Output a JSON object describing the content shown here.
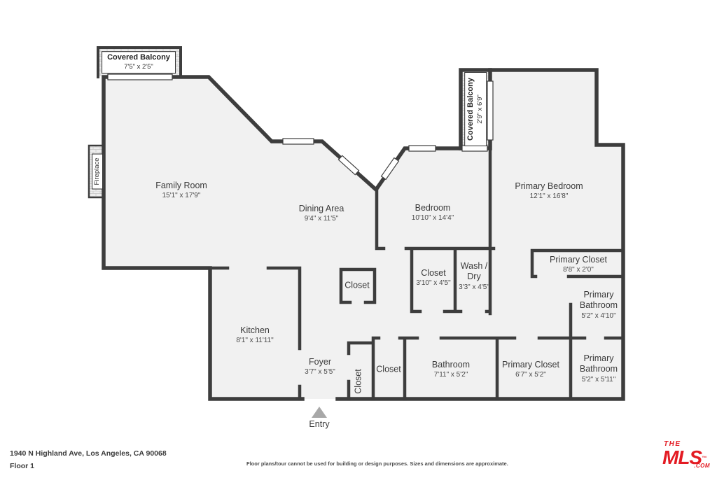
{
  "plan": {
    "family_room": {
      "name": "Family Room",
      "dims": "15'1\" x 17'9\""
    },
    "dining_area": {
      "name": "Dining Area",
      "dims": "9'4\" x 11'5\""
    },
    "bedroom": {
      "name": "Bedroom",
      "dims": "10'10\" x 14'4\""
    },
    "primary_bedroom": {
      "name": "Primary Bedroom",
      "dims": "12'1\" x 16'8\""
    },
    "kitchen": {
      "name": "Kitchen",
      "dims": "8'1\" x 11'11\""
    },
    "foyer": {
      "name": "Foyer",
      "dims": "3'7\" x 5'5\""
    },
    "dining_closet": {
      "name": "Closet"
    },
    "bedroom_closet": {
      "name": "Closet",
      "dims": "3'10\" x 4'5\""
    },
    "wash_dry": {
      "name": "Wash / Dry",
      "dims": "3'3\" x 4'5\""
    },
    "primary_closet_upper": {
      "name": "Primary Closet",
      "dims": "8'8\" x 2'0\""
    },
    "primary_bathroom_upper": {
      "name": "Primary Bathroom",
      "dims": "5'2\" x 4'10\""
    },
    "hall_closet": {
      "name": "Closet"
    },
    "foyer_closet": {
      "name": "Closet"
    },
    "bathroom": {
      "name": "Bathroom",
      "dims": "7'11\" x 5'2\""
    },
    "primary_closet_lower": {
      "name": "Primary Closet",
      "dims": "6'7\" x 5'2\""
    },
    "primary_bathroom_lower": {
      "name": "Primary Bathroom",
      "dims": "5'2\" x 5'11\""
    },
    "balcony_top": {
      "name": "Covered Balcony",
      "dims": "7'5\" x 2'5\""
    },
    "balcony_right": {
      "name": "Covered Balcony",
      "dims": "2'9\" x 6'9\""
    },
    "fireplace": {
      "name": "Fireplace"
    },
    "entry": {
      "name": "Entry"
    }
  },
  "footer": {
    "address": "1940 N Highland Ave, Los Angeles, CA 90068",
    "floor": "Floor 1",
    "disclaimer": "Floor plans/tour cannot be used for building or design purposes. Sizes and dimensions are approximate.",
    "logo": {
      "the": "THE",
      "mls": "MLS",
      "tm": "™",
      "com": ".COM"
    }
  },
  "colors": {
    "wall": "#3d3d3d",
    "floor": "#f1f1f1",
    "accent": "#e31b23"
  }
}
